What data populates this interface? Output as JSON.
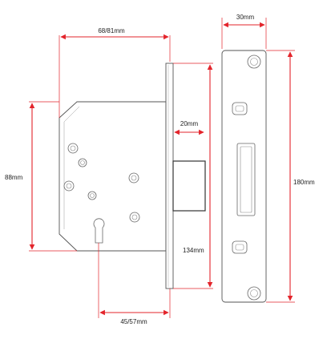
{
  "dimensions": {
    "depth": "68/81mm",
    "strike_width": "30mm",
    "bolt_width": "20mm",
    "case_height": "88mm",
    "strike_height": "180mm",
    "forend_height": "134mm",
    "backset": "45/57mm"
  },
  "colors": {
    "dimension_line": "#e3242b",
    "outline": "#555555"
  }
}
